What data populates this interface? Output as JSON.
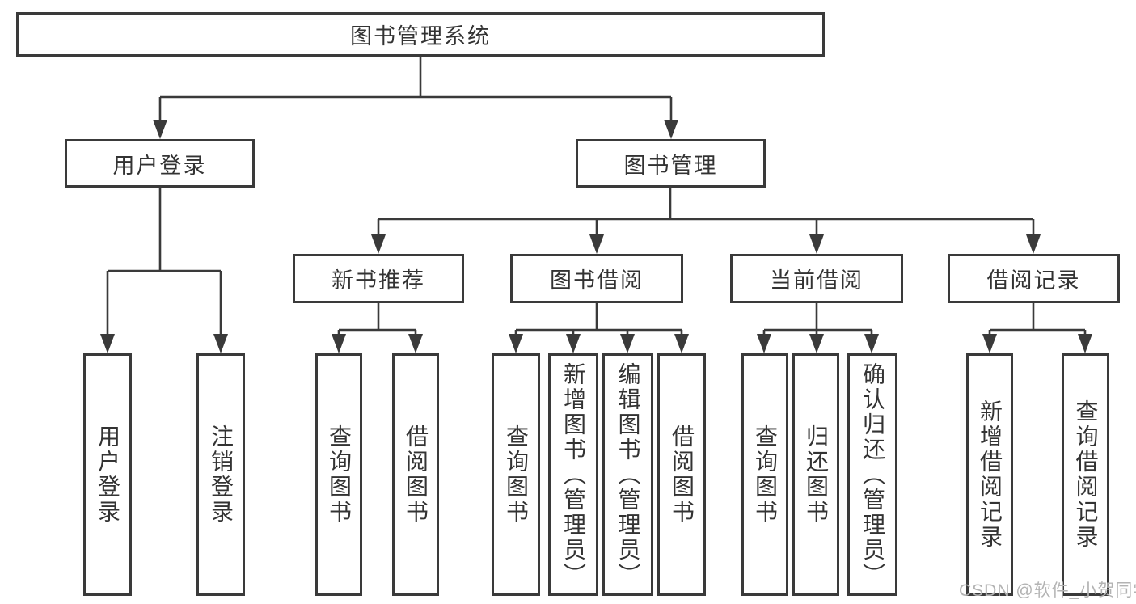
{
  "diagram": {
    "title": "图书管理系统",
    "tree": {
      "root": {
        "label": "图书管理系统"
      },
      "branches": [
        {
          "label": "用户登录",
          "children": [
            {
              "label": "用户登录"
            },
            {
              "label": "注销登录"
            }
          ]
        },
        {
          "label": "图书管理",
          "children": [
            {
              "label": "新书推荐",
              "children": [
                {
                  "label": "查询图书"
                },
                {
                  "label": "借阅图书"
                }
              ]
            },
            {
              "label": "图书借阅",
              "children": [
                {
                  "label": "查询图书"
                },
                {
                  "label": "新增图书（管理员）"
                },
                {
                  "label": "编辑图书（管理员）"
                },
                {
                  "label": "借阅图书"
                }
              ]
            },
            {
              "label": "当前借阅",
              "children": [
                {
                  "label": "查询图书"
                },
                {
                  "label": "归还图书"
                },
                {
                  "label": "确认归还（管理员）"
                }
              ]
            },
            {
              "label": "借阅记录",
              "children": [
                {
                  "label": "新增借阅记录"
                },
                {
                  "label": "查询借阅记录"
                }
              ]
            }
          ]
        }
      ]
    },
    "colors": {
      "line": "#3a3a3a",
      "text": "#333333",
      "box_background": "#ffffff",
      "watermark": "#b3b3b3"
    }
  },
  "watermark": {
    "text": "CSDN @软件_小贺同学"
  }
}
